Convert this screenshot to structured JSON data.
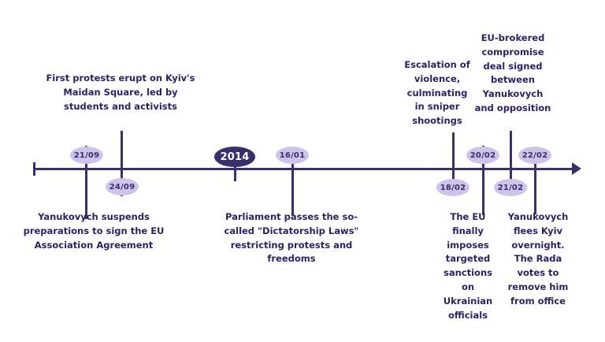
{
  "diagram": {
    "type": "timeline",
    "title": "",
    "background_color": "#ffffff",
    "accent_color": "#3a2f6b",
    "pill_color": "#cec3ea",
    "text_color": "#312064",
    "axis": {
      "direction": "left-to-right",
      "start_cap": "tick",
      "end_cap": "arrow"
    },
    "year_marker": {
      "label": "2014",
      "style": "filled-dark"
    },
    "events": [
      {
        "id": "event-21-09",
        "date": "21/09",
        "pill_side": "above",
        "caption_side": "below",
        "text": "Yanukovych suspends preparations to sign the EU Association Agreement"
      },
      {
        "id": "event-24-09",
        "date": "24/09",
        "pill_side": "below",
        "caption_side": "above",
        "text": "First protests erupt on Kyiv's Maidan Square, led by students and activists"
      },
      {
        "id": "event-16-01",
        "date": "16/01",
        "pill_side": "above",
        "caption_side": "below",
        "text": "Parliament passes the so-called \"Dictatorship Laws\" restricting protests and freedoms"
      },
      {
        "id": "event-18-02",
        "date": "18/02",
        "pill_side": "below",
        "caption_side": "above",
        "text": "Escalation of violence, culminating in sniper shootings"
      },
      {
        "id": "event-20-02",
        "date": "20/02",
        "pill_side": "above",
        "caption_side": "below",
        "text": "The EU finally imposes targeted sanctions on Ukrainian officials"
      },
      {
        "id": "event-21-02",
        "date": "21/02",
        "pill_side": "below",
        "caption_side": "above",
        "text": "EU-brokered compromise deal signed between Yanukovych and opposition"
      },
      {
        "id": "event-22-02",
        "date": "22/02",
        "pill_side": "above",
        "caption_side": "below",
        "text": "Yanukovych flees Kyiv overnight. The Rada votes to remove him from office"
      }
    ]
  }
}
